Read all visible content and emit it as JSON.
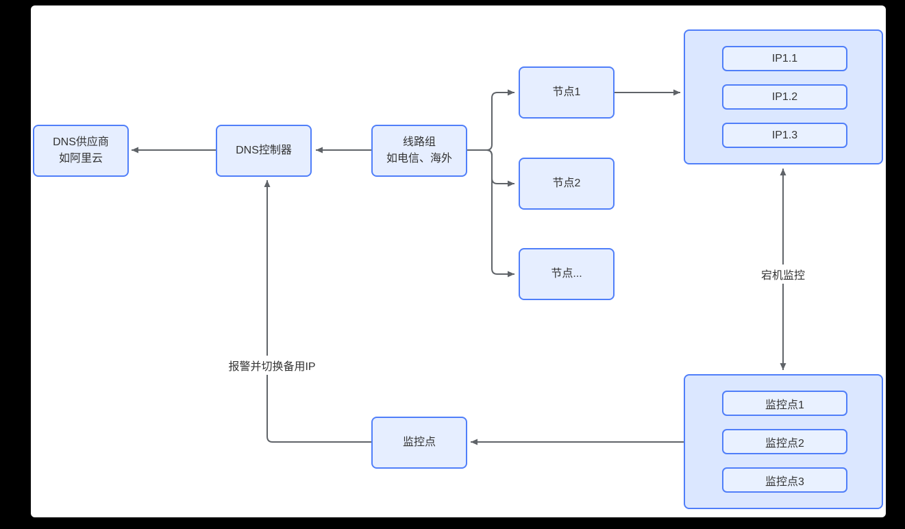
{
  "diagram": {
    "nodes": {
      "dns_provider": {
        "line1": "DNS供应商",
        "line2": "如阿里云"
      },
      "dns_controller": {
        "label": "DNS控制器"
      },
      "line_group": {
        "line1": "线路组",
        "line2": "如电信、海外"
      },
      "node1": {
        "label": "节点1"
      },
      "node2": {
        "label": "节点2"
      },
      "node_more": {
        "label": "节点..."
      },
      "monitor_point": {
        "label": "监控点"
      }
    },
    "ip_group": {
      "items": [
        "IP1.1",
        "IP1.2",
        "IP1.3"
      ]
    },
    "monitor_group": {
      "items": [
        "监控点1",
        "监控点2",
        "监控点3"
      ]
    },
    "edge_labels": {
      "downtime_monitor": "宕机监控",
      "alert_and_switch": "报警并切换备用IP"
    },
    "colors": {
      "page_bg": "#000000",
      "canvas_bg": "#ffffff",
      "box_border": "#4f7ef9",
      "box_fill": "#e6eeff",
      "container_fill": "#dbe7ff",
      "inner_box_fill": "#e9f1ff",
      "arrow": "#5f6368",
      "text": "#333333"
    }
  }
}
